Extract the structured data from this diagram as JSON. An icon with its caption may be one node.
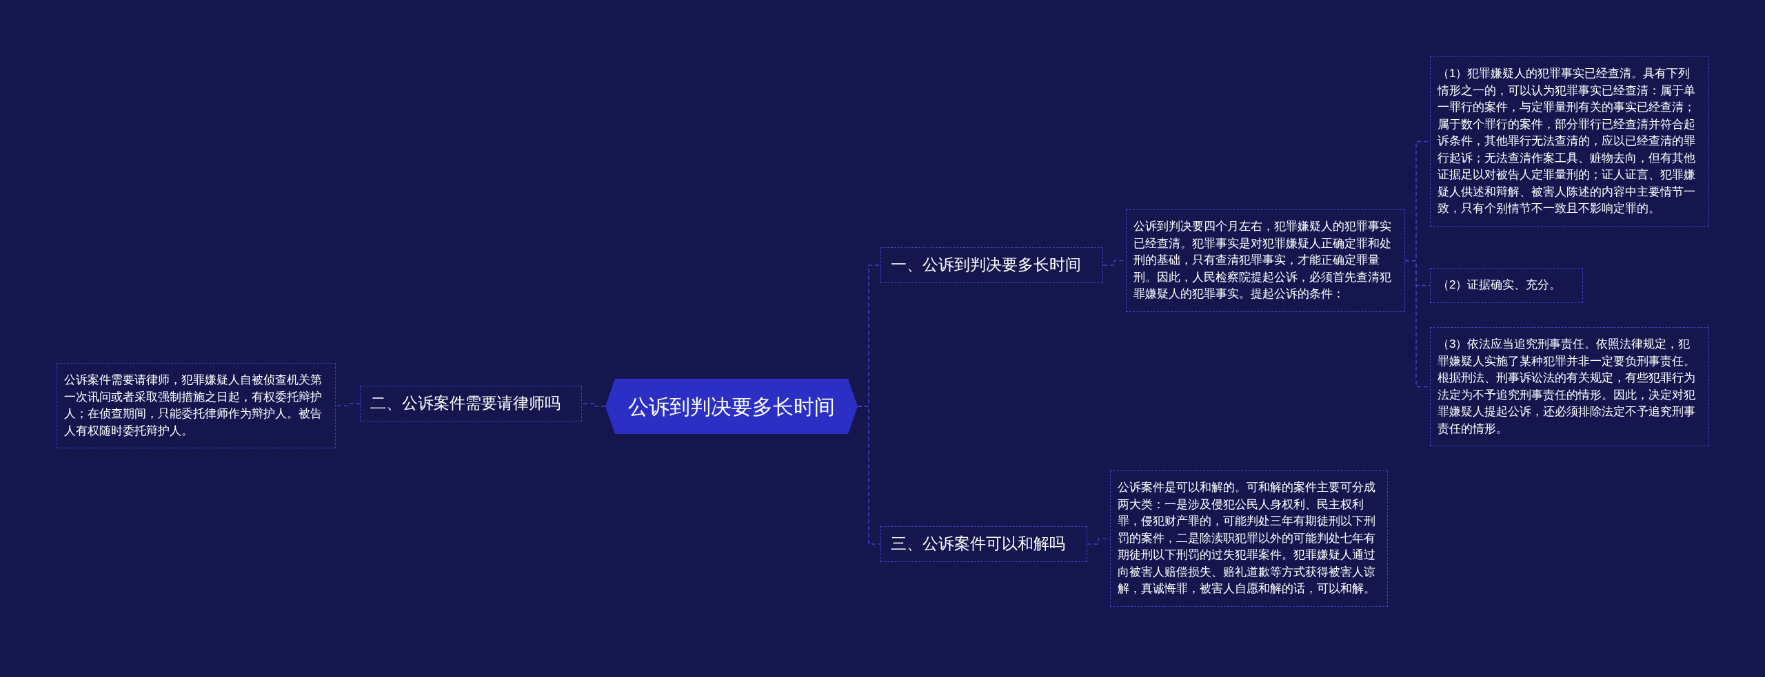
{
  "diagram": {
    "nodes": [
      {
        "text": [
          "公诉到判决要多长时间"
        ]
      },
      {
        "text": [
          "一、公诉到判决要多长时间"
        ]
      },
      {
        "text": [
          "公诉到判决要四个月左右，犯罪嫌疑人的犯罪事实已经查清。犯罪事实是对犯罪嫌疑人正确定罪和处刑的基础，只有查清犯罪事实，才能正确定罪量刑。因此，人民检察院提起公诉，必须首先查清犯罪嫌疑人的犯罪事实。提起公诉的条件："
        ]
      },
      {
        "text": [
          "（1）犯罪嫌疑人的犯罪事实已经查清。具有下列情形之一的，可以认为犯罪事实已经查清：属于单一罪行的案件，与定罪量刑有关的事实已经查清；属于数个罪行的案件，部分罪行已经查清并符合起诉条件，其他罪行无法查清的，应以已经查清的罪行起诉；无法查清作案工具、赃物去向，但有其他证据足以对被告人定罪量刑的；证人证言、犯罪嫌疑人供述和辩解、被害人陈述的内容中主要情节一致，只有个别情节不一致且不影响定罪的。"
        ]
      },
      {
        "text": [
          "（2）证据确实、充分。"
        ]
      },
      {
        "text": [
          "（3）依法应当追究刑事责任。依照法律规定，犯罪嫌疑人实施了某种犯罪并非一定要负刑事责任。根据刑法、刑事诉讼法的有关规定，有些犯罪行为法定为不予追究刑事责任的情形。因此，决定对犯罪嫌疑人提起公诉，还必须排除法定不予追究刑事责任的情形。"
        ]
      },
      {
        "text": [
          "二、公诉案件需要请律师吗"
        ]
      },
      {
        "text": [
          "公诉案件需要请律师，犯罪嫌疑人自被侦查机关第一次讯问或者采取强制措施之日起，有权委托辩护人；在侦查期间，只能委托律师作为辩护人。被告人有权随时委托辩护人。"
        ]
      },
      {
        "text": [
          "三、公诉案件可以和解吗"
        ]
      },
      {
        "text": [
          "公诉案件是可以和解的。可和解的案件主要可分成两大类：一是涉及侵犯公民人身权利、民主权利罪，侵犯财产罪的，可能判处三年有期徒刑以下刑罚的案件，二是除渎职犯罪以外的可能判处七年有期徒刑以下刑罚的过失犯罪案件。犯罪嫌疑人通过向被害人赔偿损失、赔礼道歉等方式获得被害人谅解，真诚悔罪，被害人自愿和解的话，可以和解。"
        ]
      }
    ],
    "edges": [
      {
        "from": 0,
        "to": 1,
        "arrow": "none"
      },
      {
        "from": 1,
        "to": 2,
        "arrow": "none"
      },
      {
        "from": 2,
        "to": 3,
        "arrow": "none"
      },
      {
        "from": 2,
        "to": 4,
        "arrow": "none"
      },
      {
        "from": 2,
        "to": 5,
        "arrow": "none"
      },
      {
        "from": 0,
        "to": 6,
        "arrow": "none"
      },
      {
        "from": 6,
        "to": 7,
        "arrow": "none"
      },
      {
        "from": 0,
        "to": 8,
        "arrow": "none"
      },
      {
        "from": 8,
        "to": 9,
        "arrow": "none"
      }
    ]
  }
}
